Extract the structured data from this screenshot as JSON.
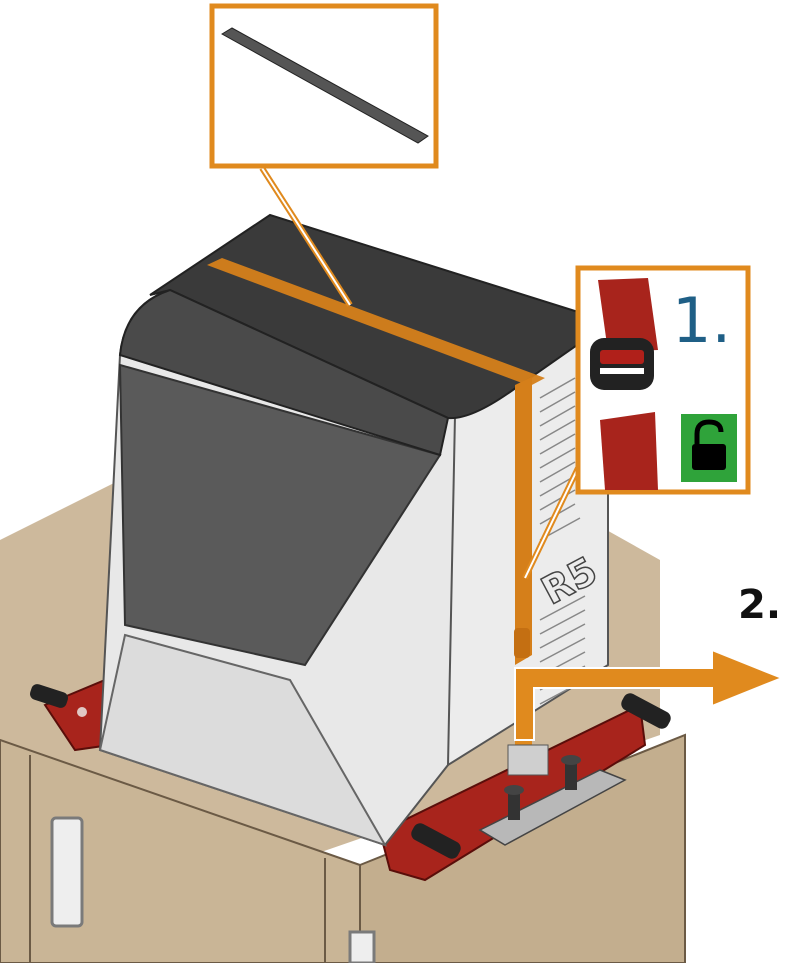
{
  "steps": {
    "step1": "1.",
    "step2": "2."
  },
  "device": {
    "model_mark": "R5"
  },
  "colors": {
    "callout_border": "#e08a1e",
    "strap_orange": "#d57f1a",
    "step1_text": "#1f5f86",
    "step2_text": "#111111",
    "unlock_bg": "#2fa33a",
    "bracket_red": "#a8241c",
    "table_top": "#cdb99c",
    "cabinet": "#c9b596",
    "device_body": "#e8e8e8",
    "device_top": "#3a3a3a",
    "device_window": "#5a5a5a"
  },
  "icons": {
    "unlock": "unlocked-padlock-icon",
    "buckle": "strap-buckle-icon",
    "arrow": "pull-direction-arrow-icon"
  }
}
